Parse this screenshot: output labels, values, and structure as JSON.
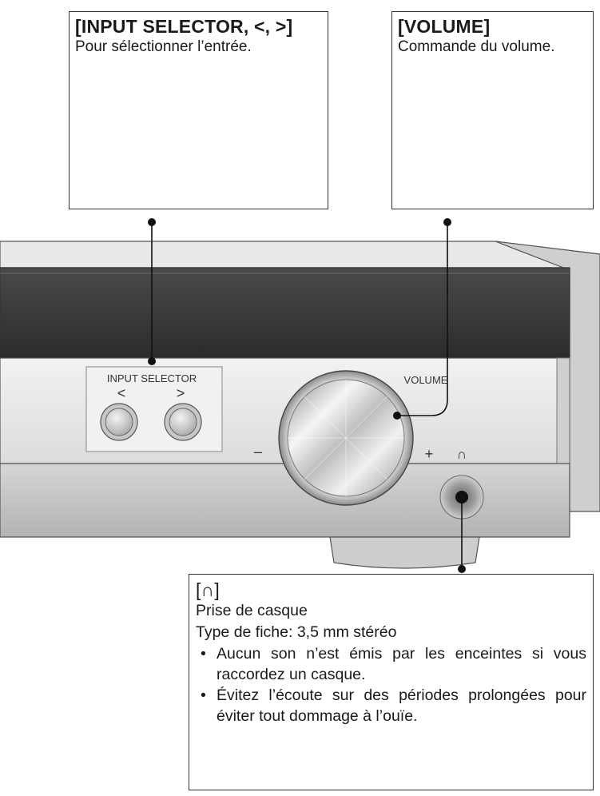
{
  "callouts": {
    "input_selector": {
      "title": "[INPUT SELECTOR, <, >]",
      "text": "Pour sélectionner l’entrée."
    },
    "volume": {
      "title": "[VOLUME]",
      "text": "Commande du volume."
    },
    "headphones": {
      "title": "[∩]",
      "line1": "Prise de casque",
      "line2": "Type de fiche: 3,5 mm stéréo",
      "notes": [
        "Aucun son n’est émis par les enceintes si vous raccordez un casque.",
        "Évitez l’écoute sur des périodes prolongées pour éviter tout dommage à l’ouïe."
      ]
    }
  },
  "device": {
    "input_selector_label": "INPUT SELECTOR",
    "left_arrow": "<",
    "right_arrow": ">",
    "volume_label": "VOLUME",
    "minus": "–",
    "plus": "+",
    "headphone_symbol": "∩"
  }
}
